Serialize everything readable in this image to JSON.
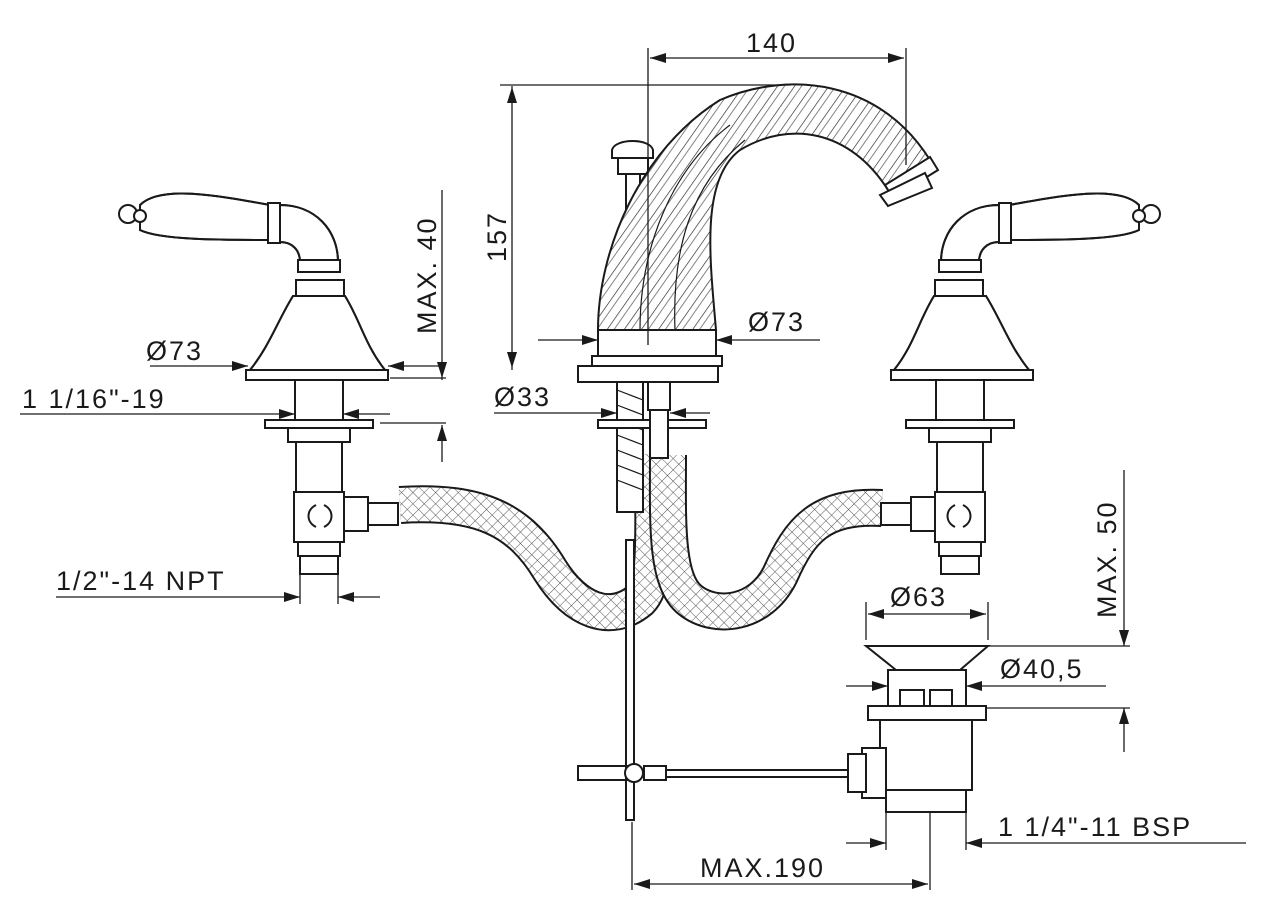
{
  "labels": {
    "spout_reach": "140",
    "spout_height": "157",
    "handle_max": "MAX. 40",
    "spout_dia": "Ø73",
    "handle_dia": "Ø73",
    "handle_thread": "1 1/16\"-19",
    "hole_dia": "Ø33",
    "inlet_thread": "1/2\"-14 NPT",
    "drain_max": "MAX. 50",
    "drain_top_dia": "Ø63",
    "drain_body_dia": "Ø40,5",
    "drain_thread": "1 1/4\"-11 BSP",
    "rod_max": "MAX.190"
  }
}
